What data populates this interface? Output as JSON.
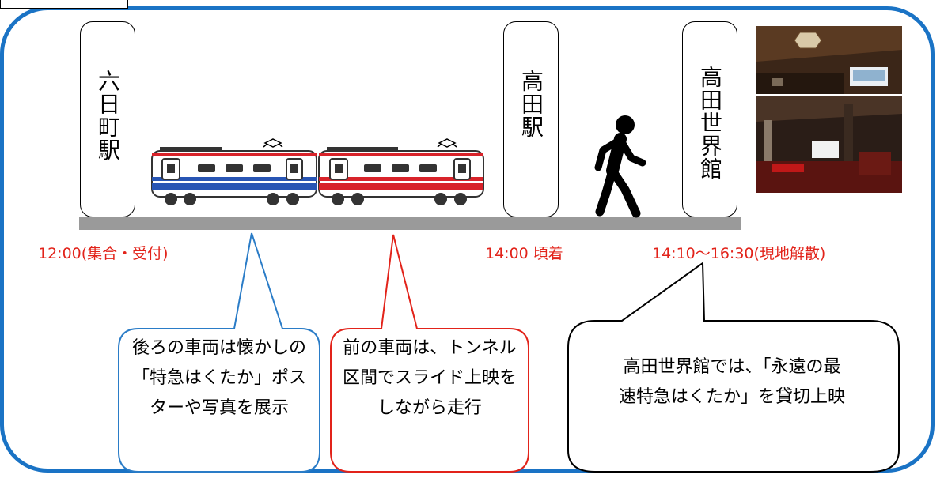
{
  "stations": {
    "muikamachi": "六日町駅",
    "takada": "高田駅",
    "sekaikan": "高田世界館"
  },
  "times": {
    "depart": "12:00(集合・受付)",
    "arrive": "14:00 頃着",
    "event": "14:10〜16:30(現地解散)"
  },
  "callouts": {
    "rear_car": "後ろの車両は懐かしの「特急はくたか」ポスターや写真を展示",
    "front_car": "前の車両は、トンネル区間でスライド上映をしながら走行",
    "theater": "高田世界館では、「永遠の最速特急はくたか」を貸切上映"
  },
  "colors": {
    "frame": "#1a73c5",
    "time_text": "#e2231a",
    "rear_car_band": "#2855b4",
    "front_car_band": "#d8232a",
    "rear_callout": "#2a7cc7",
    "front_callout": "#e2231a",
    "theater_callout": "#000000"
  },
  "icons": {
    "train": "train-icon",
    "walker": "walking-person-icon",
    "theater_photos": "photo"
  }
}
